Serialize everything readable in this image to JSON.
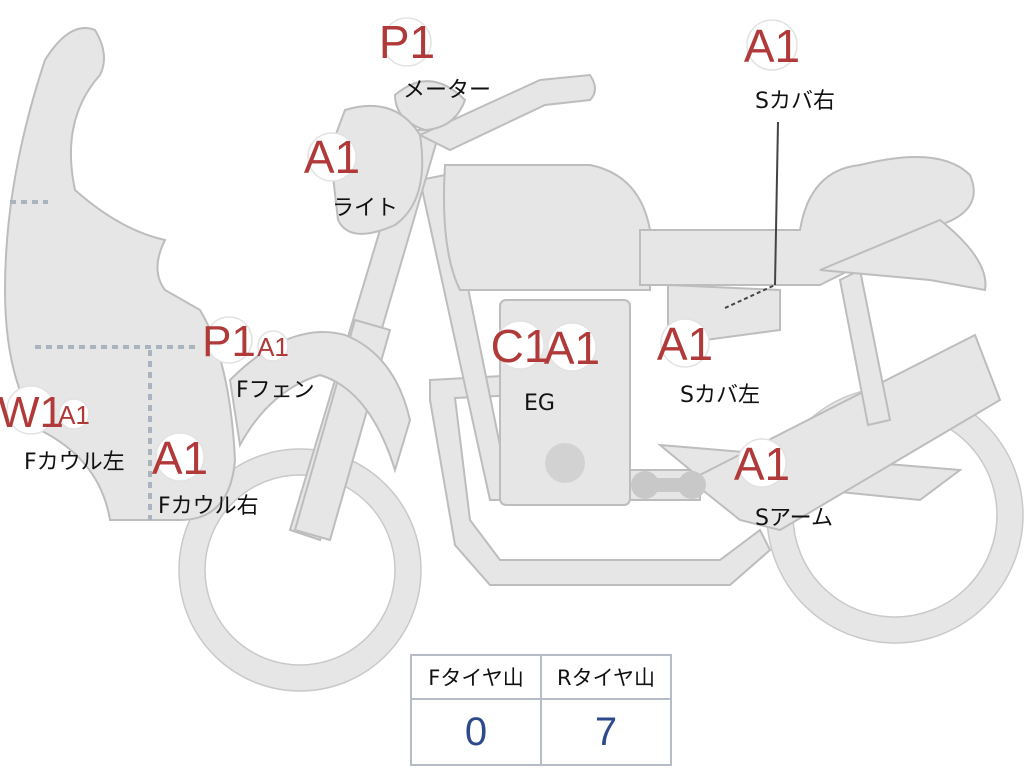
{
  "parts": [
    {
      "code": "P1",
      "label": "メーター"
    },
    {
      "code": "A1",
      "label": "ライト"
    },
    {
      "code": "A1",
      "label": "Sカバ右"
    },
    {
      "code": "P1",
      "code2": "A1",
      "label": "Fフェン"
    },
    {
      "code": "C1",
      "code2": "A1",
      "label": "EG"
    },
    {
      "code": "A1",
      "label": "Sカバ左"
    },
    {
      "code": "W1",
      "code2": "A1",
      "label": "Fカウル左"
    },
    {
      "code": "A1",
      "label": "Fカウル右"
    },
    {
      "code": "A1",
      "label": "Sアーム"
    }
  ],
  "tread": {
    "front_label": "Fタイヤ山",
    "rear_label": "Rタイヤ山",
    "front_value": "0",
    "rear_value": "7"
  },
  "colors": {
    "code_text": "#b03a3a",
    "value_text": "#2d4a8c",
    "body_fill": "#e6e6e6"
  }
}
